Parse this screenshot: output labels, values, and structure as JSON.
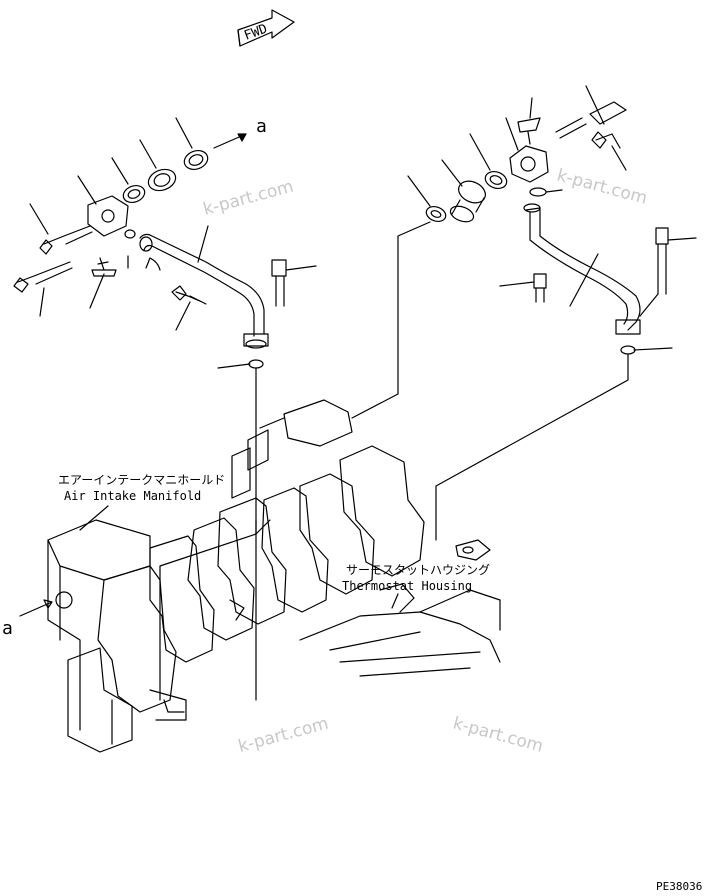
{
  "diagram": {
    "fwd_label": "FWD",
    "ref_letter_top": "a",
    "ref_letter_left": "a",
    "manifold_label_jp": "エアーインテークマニホールド",
    "manifold_label_en": "Air Intake Manifold",
    "thermostat_label_jp": "サーモスタットハウジング",
    "thermostat_label_en": "Thermostat Housing",
    "drawing_code": "PE38036",
    "watermarks": [
      "k-part.com",
      "k-part.com",
      "k-part.com",
      "k-part.com"
    ]
  }
}
